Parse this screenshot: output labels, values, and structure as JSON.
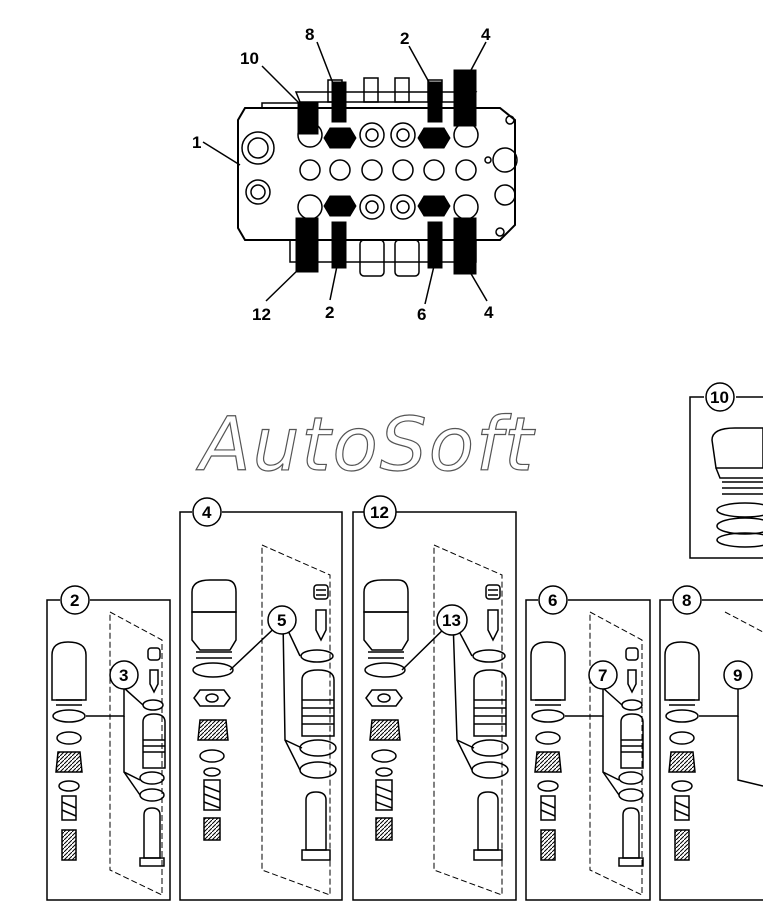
{
  "watermark": "AutoSoft",
  "valve_callouts": {
    "c1": "1",
    "c10": "10",
    "c8": "8",
    "c2_top": "2",
    "c4_top": "4",
    "c12": "12",
    "c2_bottom": "2",
    "c6": "6",
    "c4_bottom": "4"
  },
  "panels": {
    "p10": {
      "id": "10"
    },
    "p4": {
      "id": "4",
      "part": "5"
    },
    "p12": {
      "id": "12",
      "part": "13"
    },
    "p2": {
      "id": "2",
      "part": "3"
    },
    "p6": {
      "id": "6",
      "part": "7"
    },
    "p8": {
      "id": "8",
      "part": "9"
    }
  },
  "colors": {
    "ink": "#000000",
    "paper": "#ffffff",
    "watermark": "#555555"
  }
}
